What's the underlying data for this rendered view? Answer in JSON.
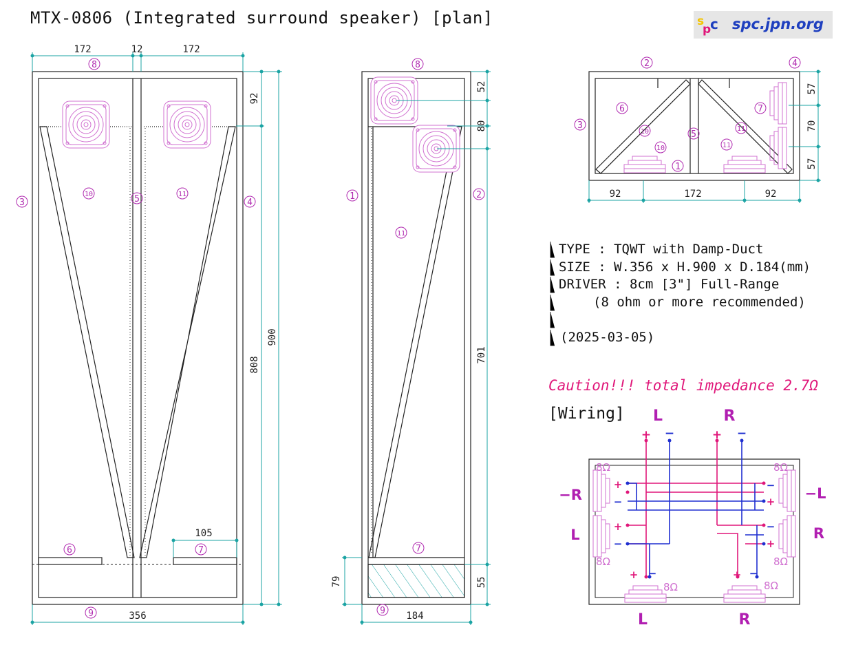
{
  "title": "MTX-0806 (Integrated surround speaker) [plan]",
  "logo": {
    "text": "spc.jpn.org",
    "icon": "spc-logo-icon"
  },
  "front_view": {
    "width_dims": [
      "172",
      "12",
      "172"
    ],
    "total_width": "356",
    "height_dims": [
      "92",
      "808",
      "900"
    ],
    "dim_105": "105",
    "parts": {
      "p3": "3",
      "p4": "4",
      "p5": "5",
      "p6": "6",
      "p7": "7",
      "p8": "8",
      "p9": "9",
      "p10": "10",
      "p11": "11"
    }
  },
  "side_view": {
    "depth": "184",
    "dims": [
      "52",
      "80",
      "701",
      "55",
      "79"
    ],
    "parts": {
      "p1": "1",
      "p2": "2",
      "p7": "7",
      "p8": "8",
      "p9": "9",
      "p11": "11"
    }
  },
  "top_view": {
    "width_dims": [
      "92",
      "172",
      "92"
    ],
    "side_dims": [
      "57",
      "70",
      "57"
    ],
    "parts": {
      "p1": "1",
      "p2": "2",
      "p3": "3",
      "p4": "4",
      "p5": "5",
      "p6": "6",
      "p7": "7",
      "p10a": "10",
      "p10b": "10",
      "p11a": "11",
      "p11b": "11"
    }
  },
  "spec": {
    "type": "TYPE : TQWT with Damp-Duct",
    "size": "SIZE : W.356 x H.900 x D.184(mm)",
    "driver": "DRIVER : 8cm [3\"] Full-Range",
    "recommend": "(8 ohm or more recommended)",
    "date": "(2025-03-05)"
  },
  "caution": "Caution!!!  total impedance 2.7Ω",
  "wiring": {
    "title": "[Wiring]",
    "inputs": [
      "L",
      "R"
    ],
    "plus": "+",
    "minus": "−",
    "impedance": "8Ω",
    "side_labels": [
      "−R",
      "L",
      "−L",
      "R"
    ],
    "bottom_labels": [
      "L",
      "R"
    ],
    "colors": {
      "positive": "#e0177a",
      "negative": "#1f2fd0",
      "panel": "#e05ad0",
      "dimension": "#1aa3a3"
    }
  }
}
